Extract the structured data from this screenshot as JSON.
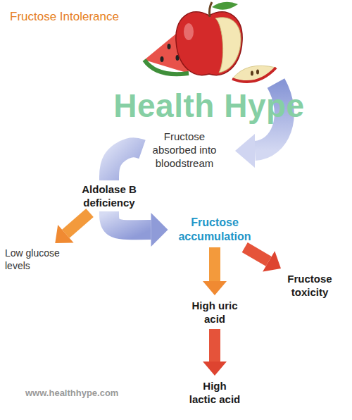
{
  "diagram": {
    "title": "Fructose Intolerance",
    "nodes": [
      {
        "text": [
          "Fructose absorbed into bloodstream"
        ]
      },
      {
        "text": [
          "Aldolase B deficiency"
        ]
      },
      {
        "text": [
          "Low glucose levels"
        ]
      },
      {
        "text": [
          "Fructose accumulation"
        ]
      },
      {
        "text": [
          "High uric acid"
        ]
      },
      {
        "text": [
          "Fructose toxicity"
        ]
      },
      {
        "text": [
          "High lactic acid"
        ]
      }
    ],
    "edges": [
      {
        "from": 0,
        "to": 1,
        "arrow": "none"
      },
      {
        "from": 1,
        "to": 3,
        "arrow": "to"
      },
      {
        "from": 1,
        "to": 2,
        "arrow": "to"
      },
      {
        "from": 3,
        "to": 4,
        "arrow": "to"
      },
      {
        "from": 3,
        "to": 5,
        "arrow": "to"
      },
      {
        "from": 4,
        "to": 6,
        "arrow": "to"
      }
    ],
    "labels": [
      "Health Hype",
      "www.healthhype.com"
    ]
  }
}
